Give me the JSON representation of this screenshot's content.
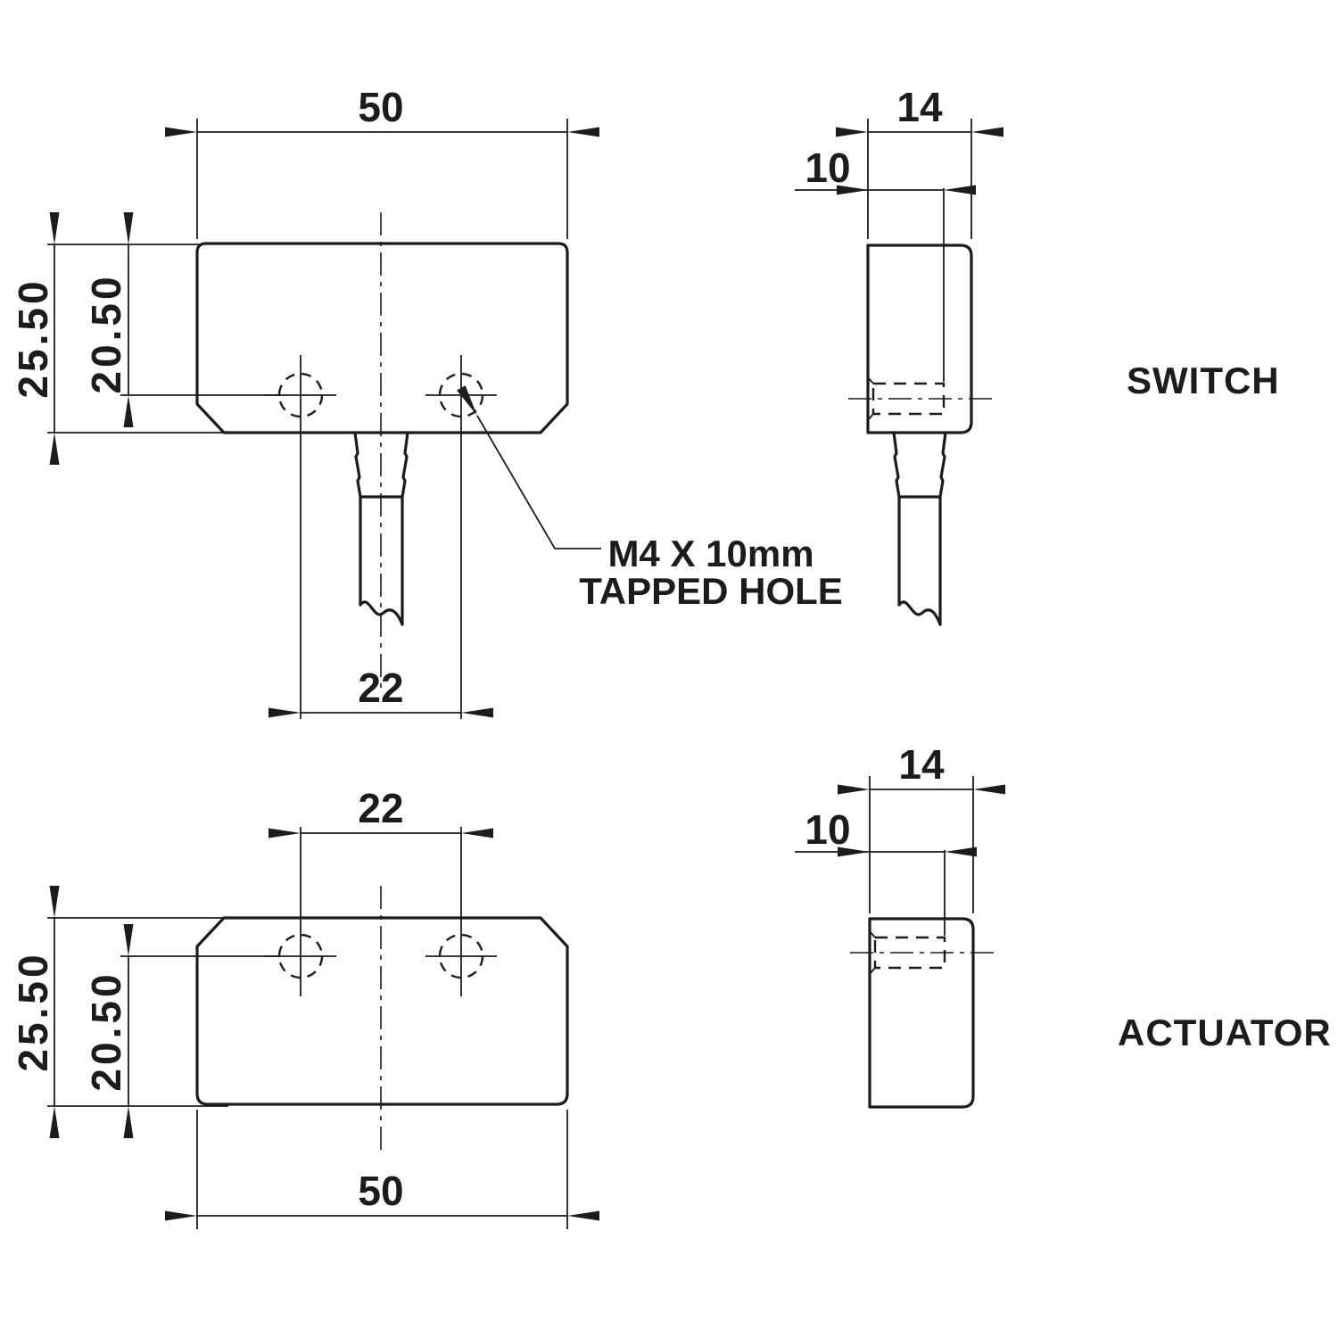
{
  "colors": {
    "line": "#1c1c1c",
    "background": "#ffffff"
  },
  "labels": {
    "switch": "SWITCH",
    "actuator": "ACTUATOR"
  },
  "note": {
    "line1": "M4 X 10mm",
    "line2": "TAPPED HOLE"
  },
  "views": {
    "switch_front": {
      "width": "50",
      "height": "25.50",
      "hole_center_height": "20.50",
      "hole_spacing": "22"
    },
    "switch_side": {
      "depth": "14",
      "hole_depth": "10"
    },
    "actuator_front": {
      "width": "50",
      "height": "25.50",
      "hole_center_height": "20.50",
      "hole_spacing": "22"
    },
    "actuator_side": {
      "depth": "14",
      "hole_depth": "10"
    }
  }
}
